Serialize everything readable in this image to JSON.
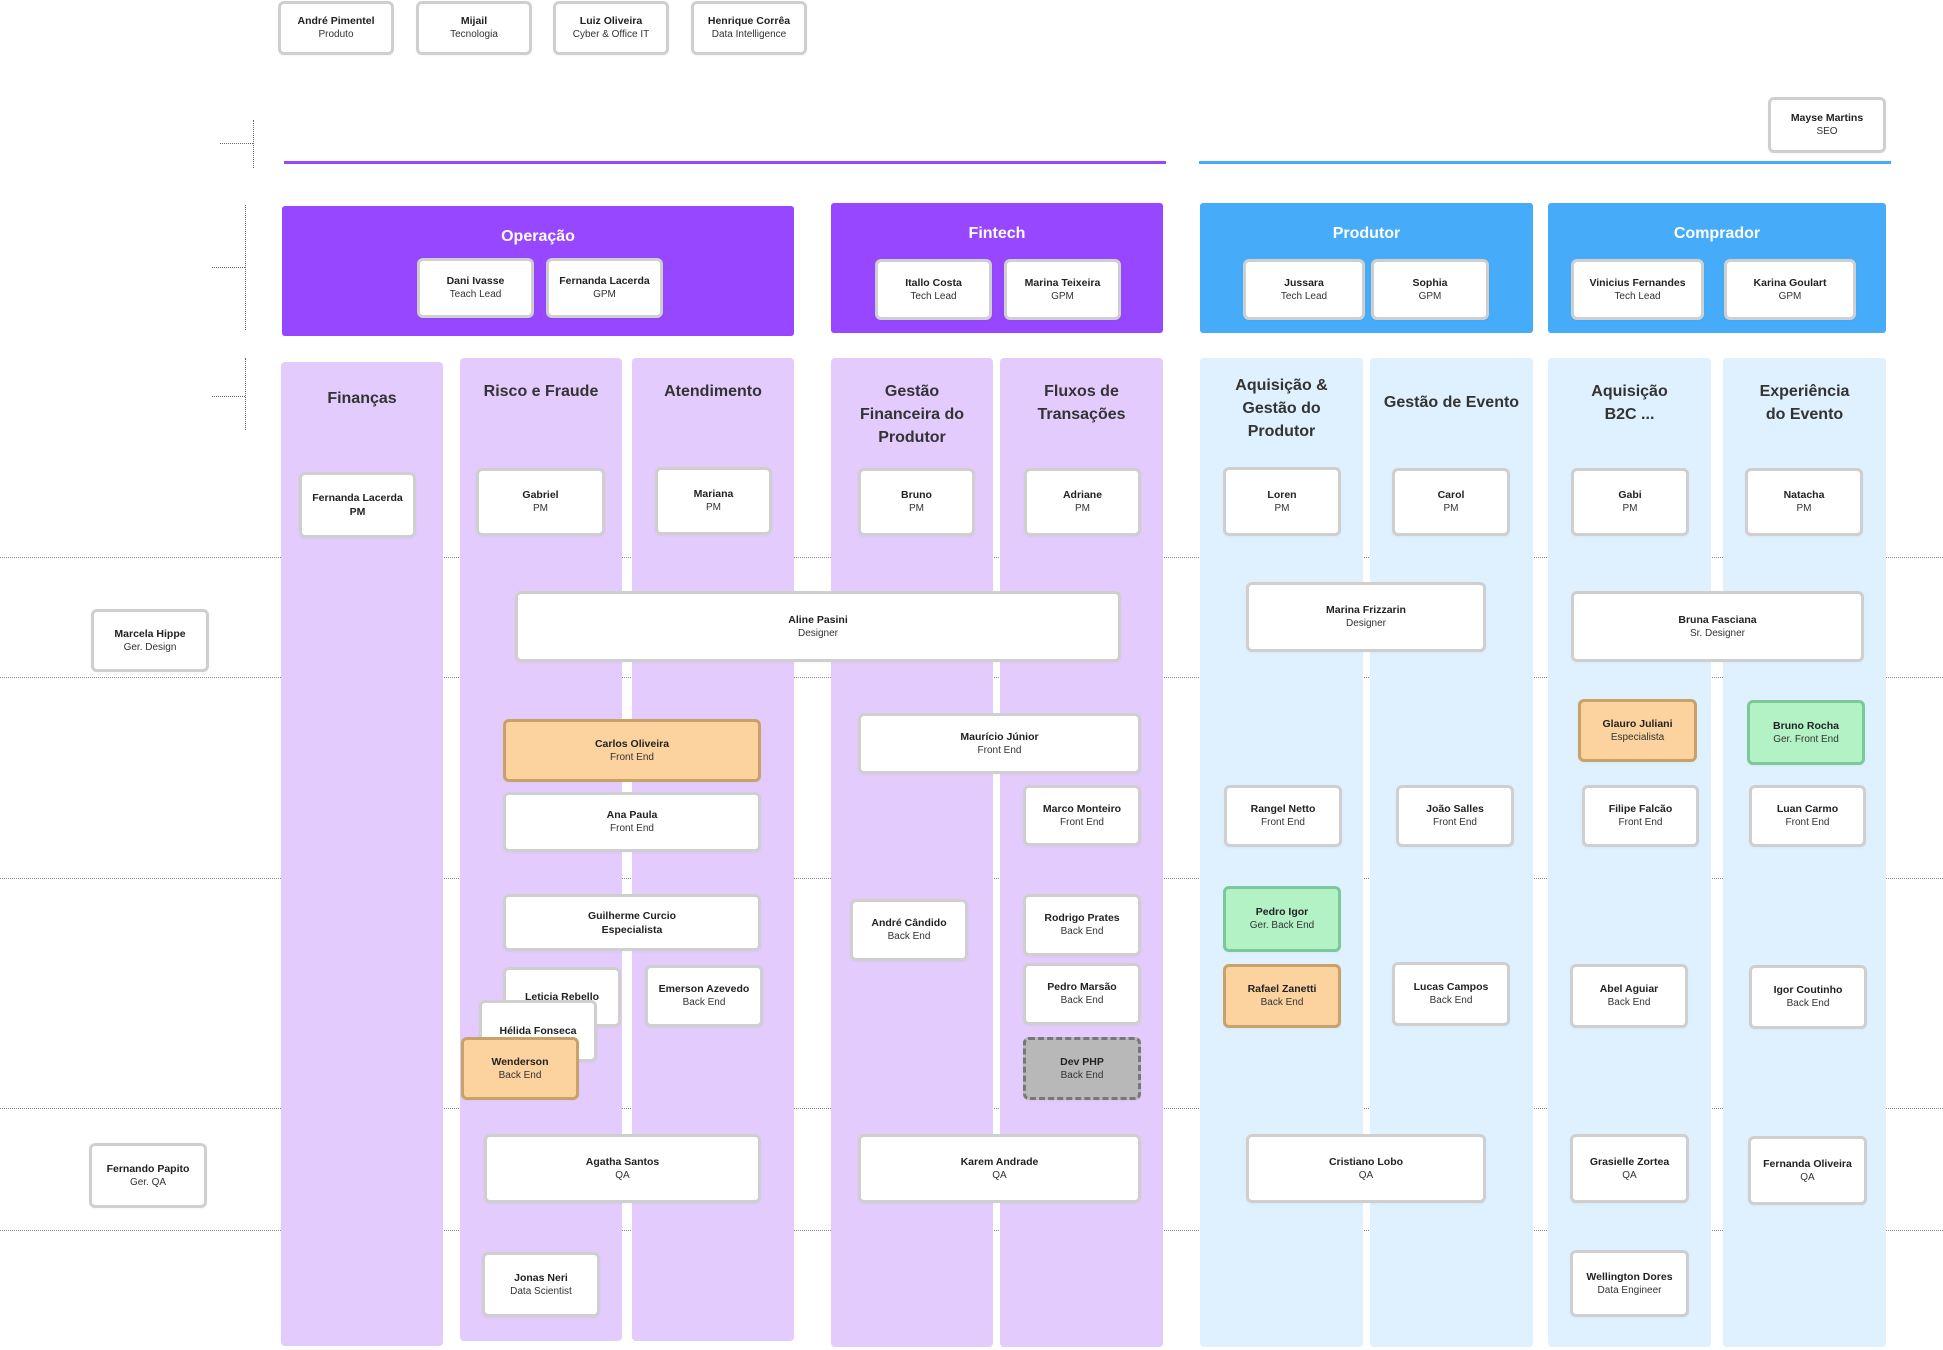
{
  "colors": {
    "purple_group": "#9747ff",
    "purple_column": "#e3ccfd",
    "blue_group": "#46acf9",
    "blue_column": "#dff0fe",
    "highlight_orange": "#fcd29f",
    "highlight_green": "#b2f2c4",
    "placeholder_gray": "#b8b8b8"
  },
  "leadership": [
    {
      "name": "André Pimentel",
      "role": "Produto"
    },
    {
      "name": "Mijail",
      "role": "Tecnologia"
    },
    {
      "name": "Luiz Oliveira",
      "role": "Cyber & Office IT"
    },
    {
      "name": "Henrique Corrêa",
      "role": "Data Intelligence"
    }
  ],
  "seo": {
    "name": "Mayse Martins",
    "role": "SEO"
  },
  "groups": [
    {
      "title": "Operação",
      "people": [
        {
          "name": "Dani Ivasse",
          "role": "Teach Lead"
        },
        {
          "name": "Fernanda Lacerda",
          "role": "GPM"
        }
      ]
    },
    {
      "title": "Fintech",
      "people": [
        {
          "name": "Itallo Costa",
          "role": "Tech Lead"
        },
        {
          "name": "Marina Teixeira",
          "role": "GPM"
        }
      ]
    },
    {
      "title": "Produtor",
      "people": [
        {
          "name": "Jussara",
          "role": "Tech Lead"
        },
        {
          "name": "Sophia",
          "role": "GPM"
        }
      ]
    },
    {
      "title": "Comprador",
      "people": [
        {
          "name": "Vinicius Fernandes",
          "role": "Tech Lead"
        },
        {
          "name": "Karina Goulart",
          "role": "GPM"
        }
      ]
    }
  ],
  "columns": [
    {
      "title": "Finanças"
    },
    {
      "title": "Risco e Fraude"
    },
    {
      "title": "Atendimento"
    },
    {
      "title": "Gestão Financeira do Produtor"
    },
    {
      "title": "Fluxos de Transações"
    },
    {
      "title": "Aquisição & Gestão do Produtor"
    },
    {
      "title": "Gestão de Evento"
    },
    {
      "title": "Aquisição B2C ..."
    },
    {
      "title": "Experiência do Evento"
    }
  ],
  "pms": [
    {
      "name": "Fernanda Lacerda",
      "role": "PM"
    },
    {
      "name": "Gabriel",
      "role": "PM"
    },
    {
      "name": "Mariana",
      "role": "PM"
    },
    {
      "name": "Bruno",
      "role": "PM"
    },
    {
      "name": "Adriane",
      "role": "PM"
    },
    {
      "name": "Loren",
      "role": "PM"
    },
    {
      "name": "Carol",
      "role": "PM"
    },
    {
      "name": "Gabi",
      "role": "PM"
    },
    {
      "name": "Natacha",
      "role": "PM"
    }
  ],
  "managers": {
    "design": {
      "name": "Marcela Hippe",
      "role": "Ger. Design"
    },
    "qa": {
      "name": "Fernando Papito",
      "role": "Ger. QA"
    }
  },
  "designers": [
    {
      "name": "Aline Pasini",
      "role": "Designer"
    },
    {
      "name": "Marina Frizzarin",
      "role": "Designer"
    },
    {
      "name": "Bruna Fasciana",
      "role": "Sr. Designer"
    }
  ],
  "frontend": {
    "carlos": {
      "name": "Carlos Oliveira",
      "role": "Front End"
    },
    "ana": {
      "name": "Ana Paula",
      "role": "Front End"
    },
    "mauricio": {
      "name": "Maurício Júnior",
      "role": "Front End"
    },
    "marco": {
      "name": "Marco Monteiro",
      "role": "Front End"
    },
    "rangel": {
      "name": "Rangel Netto",
      "role": "Front End"
    },
    "joao": {
      "name": "João Salles",
      "role": "Front End"
    },
    "glauro": {
      "name": "Glauro Juliani",
      "role": "Especialista"
    },
    "bruno_rocha": {
      "name": "Bruno Rocha",
      "role": "Ger. Front End"
    },
    "filipe": {
      "name": "Filipe Falcão",
      "role": "Front End"
    },
    "luan": {
      "name": "Luan Carmo",
      "role": "Front End"
    }
  },
  "backend": {
    "guilherme": {
      "name": "Guilherme Curcio",
      "role": "Especialista"
    },
    "leticia": {
      "name": "Leticia Rebello",
      "role": ""
    },
    "helida": {
      "name": "Hélida Fonseca",
      "role": ""
    },
    "wenderson": {
      "name": "Wenderson",
      "role": "Back End"
    },
    "emerson": {
      "name": "Emerson Azevedo",
      "role": "Back End"
    },
    "andre": {
      "name": "André Cândido",
      "role": "Back End"
    },
    "rodrigo": {
      "name": "Rodrigo Prates",
      "role": "Back End"
    },
    "pedro_marsao": {
      "name": "Pedro Marsão",
      "role": "Back End"
    },
    "devphp": {
      "name": "Dev PHP",
      "role": "Back End"
    },
    "pedro_igor": {
      "name": "Pedro Igor",
      "role": "Ger. Back End"
    },
    "rafael": {
      "name": "Rafael Zanetti",
      "role": "Back End"
    },
    "lucas": {
      "name": "Lucas Campos",
      "role": "Back End"
    },
    "abel": {
      "name": "Abel Aguiar",
      "role": "Back End"
    },
    "igor": {
      "name": "Igor Coutinho",
      "role": "Back End"
    }
  },
  "qa": [
    {
      "name": "Agatha Santos",
      "role": "QA"
    },
    {
      "name": "Karem Andrade",
      "role": "QA"
    },
    {
      "name": "Cristiano Lobo",
      "role": "QA"
    },
    {
      "name": "Grasielle Zortea",
      "role": "QA"
    },
    {
      "name": "Fernanda Oliveira",
      "role": "QA"
    }
  ],
  "data": {
    "jonas": {
      "name": "Jonas Neri",
      "role": "Data Scientist"
    },
    "wellington": {
      "name": "Wellington Dores",
      "role": "Data Engineer"
    }
  }
}
